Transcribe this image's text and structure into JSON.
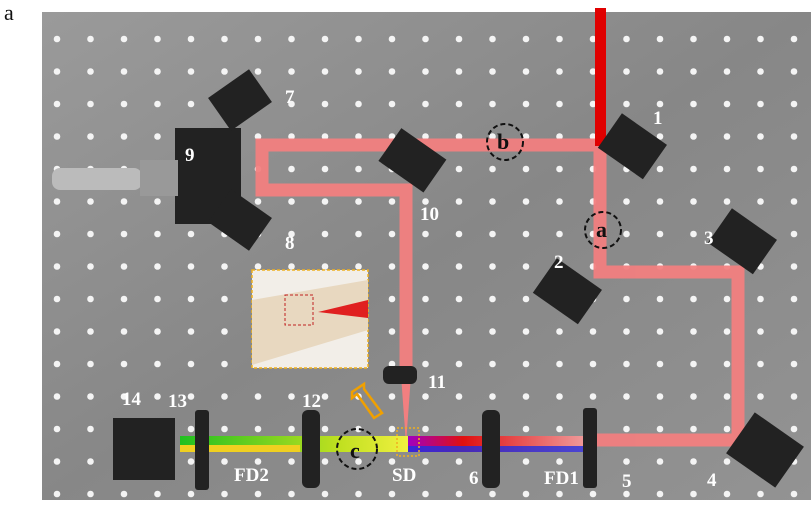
{
  "panel_label": "a",
  "components": [
    "1",
    "2",
    "3",
    "4",
    "5",
    "6",
    "7",
    "8",
    "9",
    "10",
    "11",
    "12",
    "13",
    "14"
  ],
  "region_markers": [
    "a",
    "b",
    "c"
  ],
  "element_labels": {
    "fd1": "FD1",
    "fd2": "FD2",
    "sd": "SD"
  },
  "colors": {
    "board": "#8e8e8e",
    "beam_pump": "#f08080",
    "beam_input": "#e00000",
    "mount": "#222222",
    "inset_border": "#f0b020",
    "arrow": "#f0a000"
  }
}
